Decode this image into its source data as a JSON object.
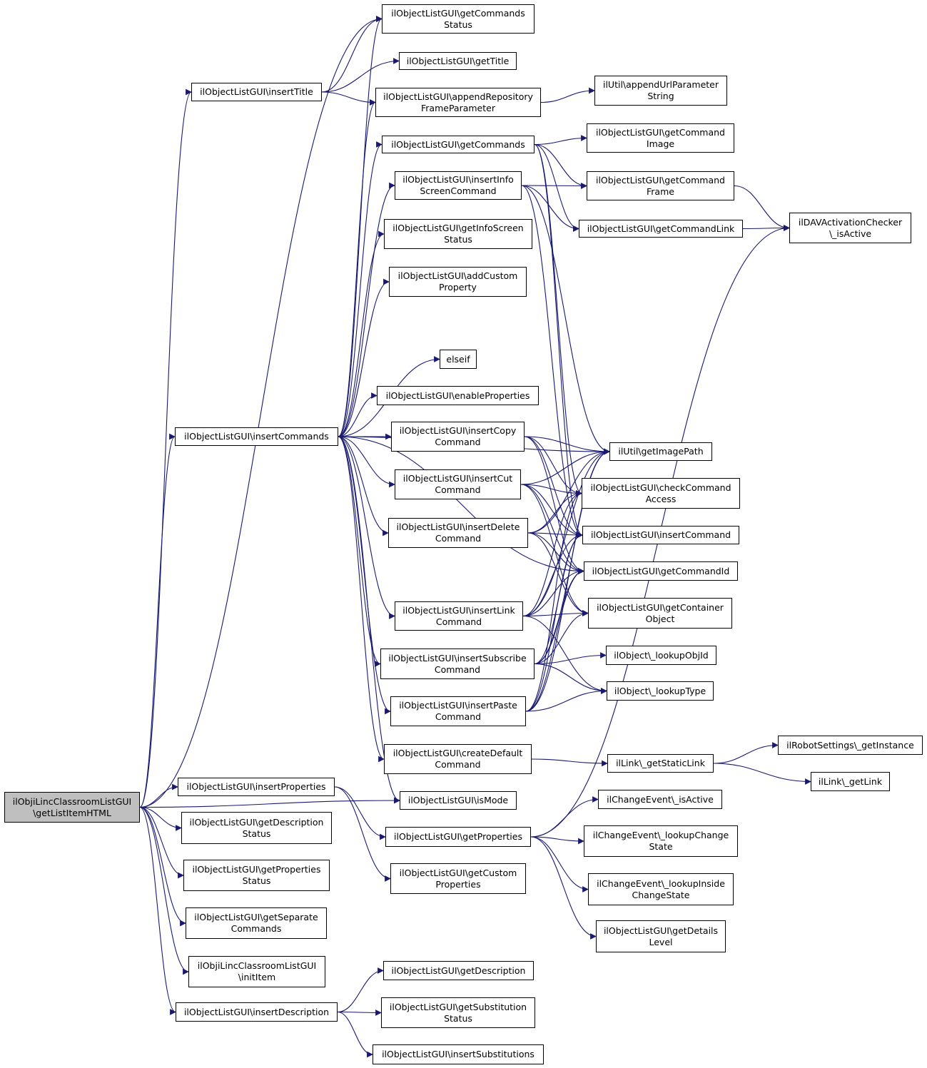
{
  "diagram": {
    "type": "call-graph",
    "colors": {
      "edge": "#191970",
      "node_border": "#000000",
      "node_fill": "#ffffff",
      "root_fill": "#bfbfbf"
    },
    "nodes": [
      {
        "id": "root",
        "lines": [
          "ilObjiLincClassroomListGUI",
          "\\getListItemHTML"
        ],
        "root": true
      },
      {
        "id": "insertTitle",
        "lines": [
          "ilObjectListGUI\\insertTitle"
        ]
      },
      {
        "id": "getCommandsStatus",
        "lines": [
          "ilObjectListGUI\\getCommands",
          "Status"
        ]
      },
      {
        "id": "getTitle",
        "lines": [
          "ilObjectListGUI\\getTitle"
        ]
      },
      {
        "id": "appendRepo",
        "lines": [
          "ilObjectListGUI\\appendRepository",
          "FrameParameter"
        ]
      },
      {
        "id": "appendUrl",
        "lines": [
          "ilUtil\\appendUrlParameter",
          "String"
        ]
      },
      {
        "id": "getCommands",
        "lines": [
          "ilObjectListGUI\\getCommands"
        ]
      },
      {
        "id": "getCommandImage",
        "lines": [
          "ilObjectListGUI\\getCommand",
          "Image"
        ]
      },
      {
        "id": "insertInfo",
        "lines": [
          "ilObjectListGUI\\insertInfo",
          "ScreenCommand"
        ]
      },
      {
        "id": "getCommandFrame",
        "lines": [
          "ilObjectListGUI\\getCommand",
          "Frame"
        ]
      },
      {
        "id": "davActive",
        "lines": [
          "ilDAVActivationChecker",
          "\\_isActive"
        ]
      },
      {
        "id": "getCommandLink",
        "lines": [
          "ilObjectListGUI\\getCommandLink"
        ]
      },
      {
        "id": "getInfoStatus",
        "lines": [
          "ilObjectListGUI\\getInfoScreen",
          "Status"
        ]
      },
      {
        "id": "addCustom",
        "lines": [
          "ilObjectListGUI\\addCustom",
          "Property"
        ]
      },
      {
        "id": "elseif",
        "lines": [
          "elseif"
        ]
      },
      {
        "id": "enableProps",
        "lines": [
          "ilObjectListGUI\\enableProperties"
        ]
      },
      {
        "id": "insertCommands",
        "lines": [
          "ilObjectListGUI\\insertCommands"
        ]
      },
      {
        "id": "insertCopy",
        "lines": [
          "ilObjectListGUI\\insertCopy",
          "Command"
        ]
      },
      {
        "id": "getImagePath",
        "lines": [
          "ilUtil\\getImagePath"
        ]
      },
      {
        "id": "insertCut",
        "lines": [
          "ilObjectListGUI\\insertCut",
          "Command"
        ]
      },
      {
        "id": "checkAccess",
        "lines": [
          "ilObjectListGUI\\checkCommand",
          "Access"
        ]
      },
      {
        "id": "insertDelete",
        "lines": [
          "ilObjectListGUI\\insertDelete",
          "Command"
        ]
      },
      {
        "id": "insertCommand",
        "lines": [
          "ilObjectListGUI\\insertCommand"
        ]
      },
      {
        "id": "getCommandId",
        "lines": [
          "ilObjectListGUI\\getCommandId"
        ]
      },
      {
        "id": "insertLink",
        "lines": [
          "ilObjectListGUI\\insertLink",
          "Command"
        ]
      },
      {
        "id": "getContainer",
        "lines": [
          "ilObjectListGUI\\getContainer",
          "Object"
        ]
      },
      {
        "id": "insertSubscribe",
        "lines": [
          "ilObjectListGUI\\insertSubscribe",
          "Command"
        ]
      },
      {
        "id": "lookupObjId",
        "lines": [
          "ilObject\\_lookupObjId"
        ]
      },
      {
        "id": "lookupType",
        "lines": [
          "ilObject\\_lookupType"
        ]
      },
      {
        "id": "insertPaste",
        "lines": [
          "ilObjectListGUI\\insertPaste",
          "Command"
        ]
      },
      {
        "id": "createDefault",
        "lines": [
          "ilObjectListGUI\\createDefault",
          "Command"
        ]
      },
      {
        "id": "getStaticLink",
        "lines": [
          "ilLink\\_getStaticLink"
        ]
      },
      {
        "id": "robotInstance",
        "lines": [
          "ilRobotSettings\\_getInstance"
        ]
      },
      {
        "id": "getLink",
        "lines": [
          "ilLink\\_getLink"
        ]
      },
      {
        "id": "insertProperties",
        "lines": [
          "ilObjectListGUI\\insertProperties"
        ]
      },
      {
        "id": "isMode",
        "lines": [
          "ilObjectListGUI\\isMode"
        ]
      },
      {
        "id": "changeActive",
        "lines": [
          "ilChangeEvent\\_isActive"
        ]
      },
      {
        "id": "getDescStatus",
        "lines": [
          "ilObjectListGUI\\getDescription",
          "Status"
        ]
      },
      {
        "id": "getProperties",
        "lines": [
          "ilObjectListGUI\\getProperties"
        ]
      },
      {
        "id": "lookupChange",
        "lines": [
          "ilChangeEvent\\_lookupChange",
          "State"
        ]
      },
      {
        "id": "getPropsStatus",
        "lines": [
          "ilObjectListGUI\\getProperties",
          "Status"
        ]
      },
      {
        "id": "getCustomProps",
        "lines": [
          "ilObjectListGUI\\getCustom",
          "Properties"
        ]
      },
      {
        "id": "lookupInside",
        "lines": [
          "ilChangeEvent\\_lookupInside",
          "ChangeState"
        ]
      },
      {
        "id": "getSeparate",
        "lines": [
          "ilObjectListGUI\\getSeparate",
          "Commands"
        ]
      },
      {
        "id": "getDetails",
        "lines": [
          "ilObjectListGUI\\getDetails",
          "Level"
        ]
      },
      {
        "id": "initItem",
        "lines": [
          "ilObjiLincClassroomListGUI",
          "\\initItem"
        ]
      },
      {
        "id": "getDescription",
        "lines": [
          "ilObjectListGUI\\getDescription"
        ]
      },
      {
        "id": "insertDescription",
        "lines": [
          "ilObjectListGUI\\insertDescription"
        ]
      },
      {
        "id": "getSubstStatus",
        "lines": [
          "ilObjectListGUI\\getSubstitution",
          "Status"
        ]
      },
      {
        "id": "insertSubst",
        "lines": [
          "ilObjectListGUI\\insertSubstitutions"
        ]
      }
    ],
    "edges": [
      [
        "root",
        "getCommandsStatus"
      ],
      [
        "root",
        "insertTitle"
      ],
      [
        "root",
        "insertCommands"
      ],
      [
        "root",
        "isMode"
      ],
      [
        "root",
        "insertProperties"
      ],
      [
        "root",
        "getDescStatus"
      ],
      [
        "root",
        "getPropsStatus"
      ],
      [
        "root",
        "getSeparate"
      ],
      [
        "root",
        "initItem"
      ],
      [
        "root",
        "insertDescription"
      ],
      [
        "insertTitle",
        "getCommandsStatus"
      ],
      [
        "insertTitle",
        "getTitle"
      ],
      [
        "insertTitle",
        "appendRepo"
      ],
      [
        "appendRepo",
        "appendUrl"
      ],
      [
        "getCommands",
        "getCommandImage"
      ],
      [
        "getCommands",
        "getCommandFrame"
      ],
      [
        "getCommands",
        "getCommandLink"
      ],
      [
        "getCommands",
        "checkAccess"
      ],
      [
        "getCommands",
        "insertCommand"
      ],
      [
        "insertInfo",
        "getCommandFrame"
      ],
      [
        "insertInfo",
        "getCommandLink"
      ],
      [
        "insertInfo",
        "getImagePath"
      ],
      [
        "insertInfo",
        "insertCommand"
      ],
      [
        "getCommandFrame",
        "davActive"
      ],
      [
        "getCommandLink",
        "davActive"
      ],
      [
        "insertCommands",
        "getCommandsStatus"
      ],
      [
        "insertCommands",
        "appendRepo"
      ],
      [
        "insertCommands",
        "getCommands"
      ],
      [
        "insertCommands",
        "insertInfo"
      ],
      [
        "insertCommands",
        "getInfoStatus"
      ],
      [
        "insertCommands",
        "addCustom"
      ],
      [
        "insertCommands",
        "getImagePath"
      ],
      [
        "insertCommands",
        "elseif"
      ],
      [
        "insertCommands",
        "enableProps"
      ],
      [
        "insertCommands",
        "insertCopy"
      ],
      [
        "insertCommands",
        "insertCut"
      ],
      [
        "insertCommands",
        "insertDelete"
      ],
      [
        "insertCommands",
        "getCommandId"
      ],
      [
        "insertCommands",
        "insertLink"
      ],
      [
        "insertCommands",
        "insertSubscribe"
      ],
      [
        "insertCommands",
        "insertPaste"
      ],
      [
        "insertCommands",
        "createDefault"
      ],
      [
        "insertCommands",
        "isMode"
      ],
      [
        "insertCopy",
        "getImagePath"
      ],
      [
        "insertCopy",
        "checkAccess"
      ],
      [
        "insertCopy",
        "insertCommand"
      ],
      [
        "insertCopy",
        "getCommandId"
      ],
      [
        "insertCut",
        "getImagePath"
      ],
      [
        "insertCut",
        "checkAccess"
      ],
      [
        "insertCut",
        "insertCommand"
      ],
      [
        "insertCut",
        "getCommandId"
      ],
      [
        "insertCut",
        "getContainer"
      ],
      [
        "insertDelete",
        "getImagePath"
      ],
      [
        "insertDelete",
        "checkAccess"
      ],
      [
        "insertDelete",
        "insertCommand"
      ],
      [
        "insertDelete",
        "getCommandId"
      ],
      [
        "insertDelete",
        "getContainer"
      ],
      [
        "insertLink",
        "getImagePath"
      ],
      [
        "insertLink",
        "checkAccess"
      ],
      [
        "insertLink",
        "insertCommand"
      ],
      [
        "insertLink",
        "getCommandId"
      ],
      [
        "insertLink",
        "getContainer"
      ],
      [
        "insertLink",
        "lookupType"
      ],
      [
        "insertSubscribe",
        "getImagePath"
      ],
      [
        "insertSubscribe",
        "insertCommand"
      ],
      [
        "insertSubscribe",
        "getCommandId"
      ],
      [
        "insertSubscribe",
        "getContainer"
      ],
      [
        "insertSubscribe",
        "lookupObjId"
      ],
      [
        "insertSubscribe",
        "lookupType"
      ],
      [
        "insertPaste",
        "getImagePath"
      ],
      [
        "insertPaste",
        "checkAccess"
      ],
      [
        "insertPaste",
        "insertCommand"
      ],
      [
        "insertPaste",
        "getCommandId"
      ],
      [
        "insertPaste",
        "lookupType"
      ],
      [
        "createDefault",
        "getStaticLink"
      ],
      [
        "getStaticLink",
        "robotInstance"
      ],
      [
        "getStaticLink",
        "getLink"
      ],
      [
        "insertProperties",
        "getProperties"
      ],
      [
        "insertProperties",
        "getCustomProps"
      ],
      [
        "getProperties",
        "davActive"
      ],
      [
        "getProperties",
        "changeActive"
      ],
      [
        "getProperties",
        "lookupChange"
      ],
      [
        "getProperties",
        "lookupInside"
      ],
      [
        "getProperties",
        "getDetails"
      ],
      [
        "insertDescription",
        "getDescription"
      ],
      [
        "insertDescription",
        "getSubstStatus"
      ],
      [
        "insertDescription",
        "insertSubst"
      ]
    ]
  }
}
